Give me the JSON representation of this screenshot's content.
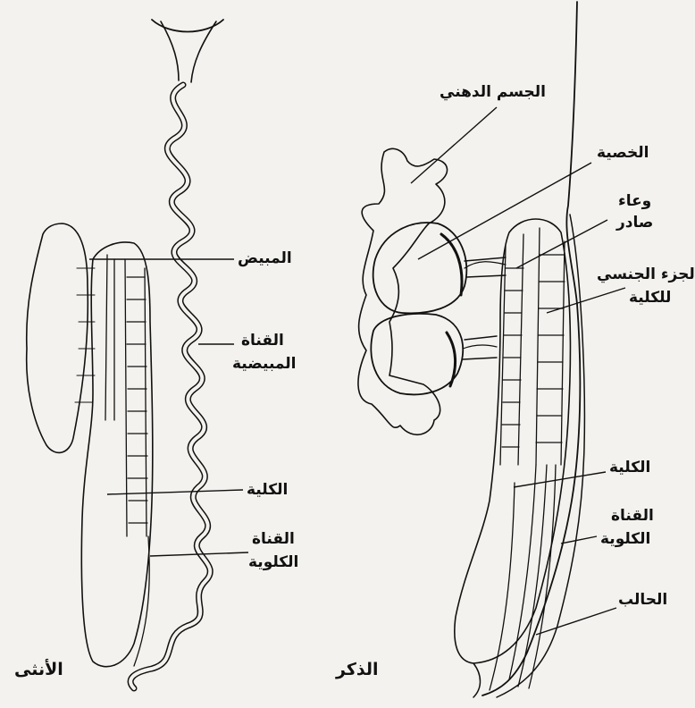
{
  "female": {
    "caption": "الأنثى",
    "labels": {
      "ovary": "المبيض",
      "oviduct_1": "القناة",
      "oviduct_2": "المبيضية",
      "kidney": "الكلية",
      "kidney_duct_1": "القناة",
      "kidney_duct_2": "الكلوية"
    }
  },
  "male": {
    "caption": "الذكر",
    "labels": {
      "fat_body_1": "الجسم",
      "fat_body_2": "الدهني",
      "testis": "الخصية",
      "vessels_1": "وعاء",
      "vessels_2": "صادر",
      "sexual_part_1": "الجزء الجنسي",
      "sexual_part_2": "للكلية",
      "kidney": "الكلية",
      "kidney_duct_1": "القناة",
      "kidney_duct_2": "الكلوية",
      "ureter": "الحالب"
    }
  },
  "colors": {
    "ink": "#111111",
    "paper": "#f4f2ee"
  }
}
